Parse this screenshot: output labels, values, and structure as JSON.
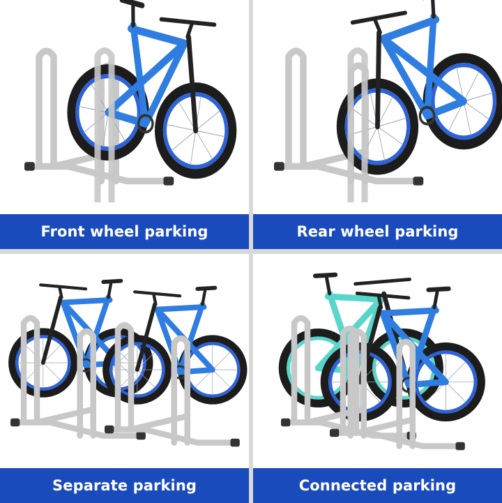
{
  "panels": [
    {
      "caption": "Front wheel parking"
    },
    {
      "caption": "Rear wheel parking"
    },
    {
      "caption": "Separate parking"
    },
    {
      "caption": "Connected parking"
    }
  ],
  "colors": {
    "banner": "#1a4bbd",
    "frame_blue": "#2f7de0",
    "frame_teal": "#58d6c9",
    "rim_blue": "#2d62d8",
    "rack_gray": "#c8c8c8",
    "tire": "#1c1c1c"
  }
}
